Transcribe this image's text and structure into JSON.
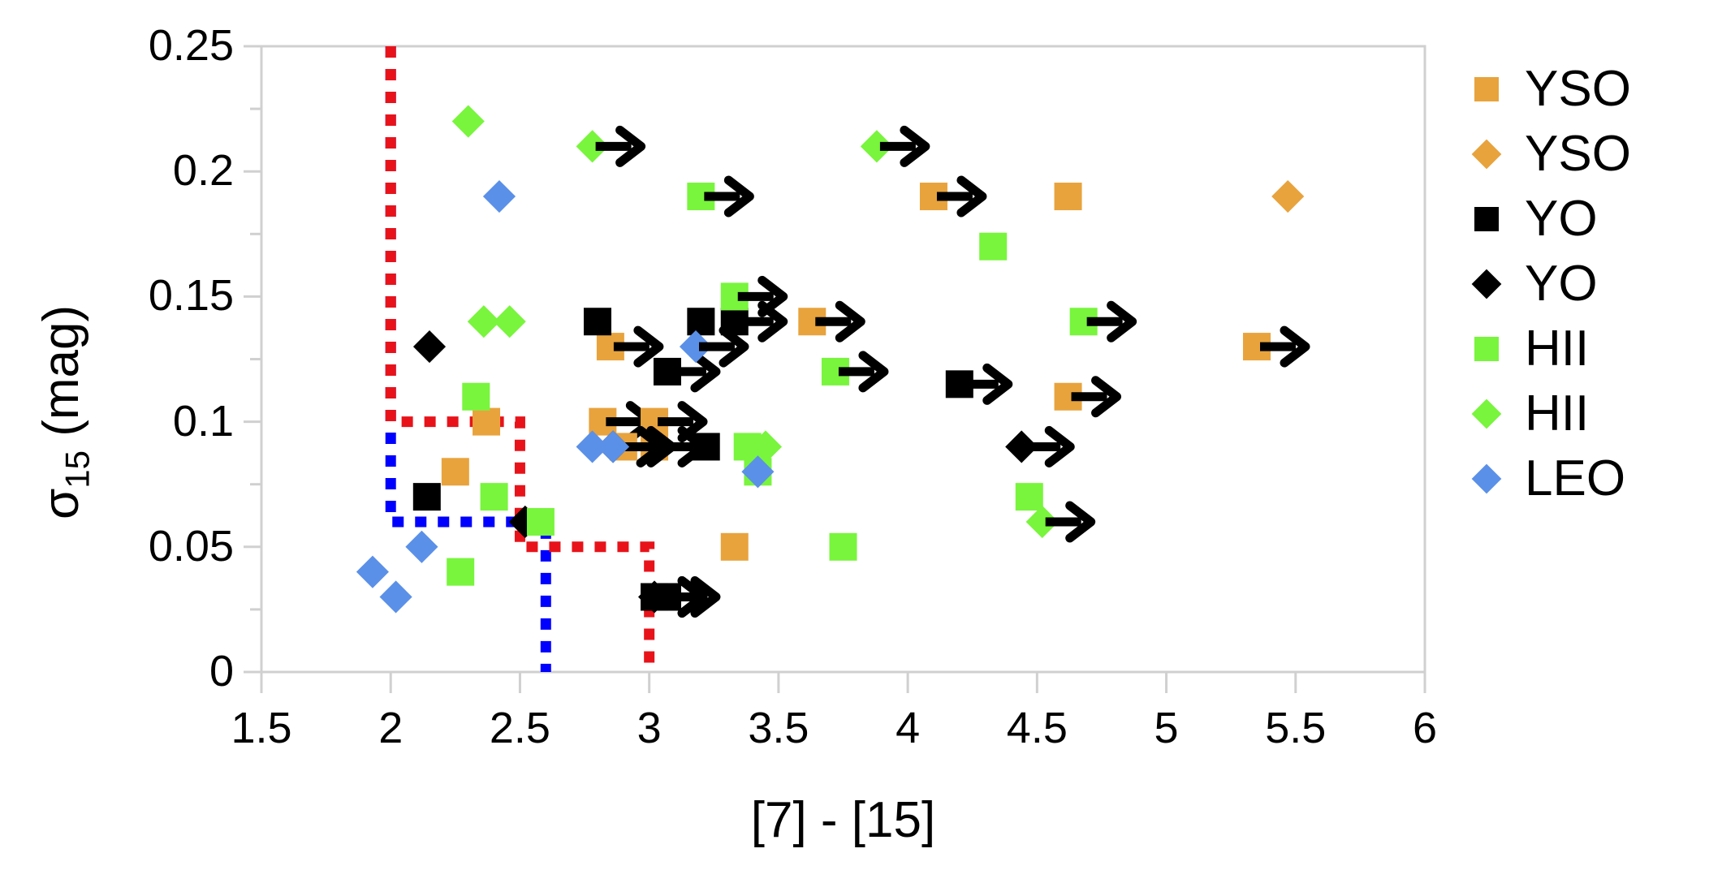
{
  "chart_data": {
    "type": "scatter",
    "title": "",
    "xlabel": "[7] - [15]",
    "ylabel": "σ_15 (mag)",
    "ylabel_parts": {
      "symbol": "σ",
      "subscript": "15",
      "unit": "(mag)"
    },
    "xlim": [
      1.5,
      6
    ],
    "ylim": [
      0,
      0.25
    ],
    "xticks": [
      1.5,
      2,
      2.5,
      3,
      3.5,
      4,
      4.5,
      5,
      5.5,
      6
    ],
    "xtick_labels": [
      "1.5",
      "2",
      "2.5",
      "3",
      "3.5",
      "4",
      "4.5",
      "5",
      "5.5",
      "6"
    ],
    "yticks": [
      0,
      0.05,
      0.1,
      0.15,
      0.2,
      0.25
    ],
    "ytick_labels": [
      "0",
      "0.05",
      "0.1",
      "0.15",
      "0.2",
      "0.25"
    ],
    "yminor_ticks": [
      0.025,
      0.075,
      0.125,
      0.175,
      0.225
    ],
    "grid": false,
    "legend_position": "right-outside",
    "colors": {
      "yso": "#E8A33D",
      "yo": "#000000",
      "hii": "#78F53C",
      "leo": "#5B90E8",
      "boundary_blue": "#0000FF",
      "boundary_red": "#E8131A",
      "frame": "#D0D0D0",
      "text": "#000000"
    },
    "legend": [
      {
        "label": "YSO",
        "marker": "square",
        "color": "#E8A33D",
        "series": "yso_square"
      },
      {
        "label": "YSO",
        "marker": "diamond",
        "color": "#E8A33D",
        "series": "yso_diamond"
      },
      {
        "label": "YO",
        "marker": "square",
        "color": "#000000",
        "series": "yo_square"
      },
      {
        "label": "YO",
        "marker": "diamond",
        "color": "#000000",
        "series": "yo_diamond"
      },
      {
        "label": "HII",
        "marker": "square",
        "color": "#78F53C",
        "series": "hii_square"
      },
      {
        "label": "HII",
        "marker": "diamond",
        "color": "#78F53C",
        "series": "hii_diamond"
      },
      {
        "label": "LEO",
        "marker": "diamond",
        "color": "#5B90E8",
        "series": "leo_diamond"
      }
    ],
    "series": [
      {
        "name": "YSO",
        "marker": "square",
        "color": "#E8A33D",
        "points": [
          {
            "x": 2.37,
            "y": 0.1,
            "arrow": false
          },
          {
            "x": 2.25,
            "y": 0.08,
            "arrow": false
          },
          {
            "x": 2.85,
            "y": 0.13,
            "arrow": true
          },
          {
            "x": 2.82,
            "y": 0.1,
            "arrow": true
          },
          {
            "x": 3.02,
            "y": 0.1,
            "arrow": true
          },
          {
            "x": 3.02,
            "y": 0.09,
            "arrow": true
          },
          {
            "x": 2.9,
            "y": 0.09,
            "arrow": true
          },
          {
            "x": 3.33,
            "y": 0.05,
            "arrow": false
          },
          {
            "x": 3.63,
            "y": 0.14,
            "arrow": true
          },
          {
            "x": 4.1,
            "y": 0.19,
            "arrow": true
          },
          {
            "x": 4.62,
            "y": 0.19,
            "arrow": false
          },
          {
            "x": 4.62,
            "y": 0.11,
            "arrow": true
          },
          {
            "x": 5.35,
            "y": 0.13,
            "arrow": true
          }
        ]
      },
      {
        "name": "YSO",
        "marker": "diamond",
        "color": "#E8A33D",
        "points": [
          {
            "x": 5.47,
            "y": 0.19,
            "arrow": false
          }
        ]
      },
      {
        "name": "YO",
        "marker": "square",
        "color": "#000000",
        "points": [
          {
            "x": 2.14,
            "y": 0.07,
            "arrow": false
          },
          {
            "x": 2.8,
            "y": 0.14,
            "arrow": false
          },
          {
            "x": 3.07,
            "y": 0.12,
            "arrow": true
          },
          {
            "x": 3.2,
            "y": 0.14,
            "arrow": false
          },
          {
            "x": 3.33,
            "y": 0.14,
            "arrow": true
          },
          {
            "x": 3.22,
            "y": 0.09,
            "arrow": false
          },
          {
            "x": 4.2,
            "y": 0.115,
            "arrow": true
          },
          {
            "x": 3.02,
            "y": 0.03,
            "arrow": true
          },
          {
            "x": 3.07,
            "y": 0.03,
            "arrow": true
          }
        ]
      },
      {
        "name": "YO",
        "marker": "diamond",
        "color": "#000000",
        "points": [
          {
            "x": 2.15,
            "y": 0.13,
            "arrow": false
          },
          {
            "x": 2.86,
            "y": 0.09,
            "arrow": true
          },
          {
            "x": 2.52,
            "y": 0.06,
            "arrow": false
          },
          {
            "x": 4.44,
            "y": 0.09,
            "arrow": true
          },
          {
            "x": 3.02,
            "y": 0.03,
            "arrow": true
          }
        ]
      },
      {
        "name": "HII",
        "marker": "square",
        "color": "#78F53C",
        "points": [
          {
            "x": 2.33,
            "y": 0.11,
            "arrow": false
          },
          {
            "x": 2.4,
            "y": 0.07,
            "arrow": false
          },
          {
            "x": 2.58,
            "y": 0.06,
            "arrow": false
          },
          {
            "x": 2.27,
            "y": 0.04,
            "arrow": false
          },
          {
            "x": 3.2,
            "y": 0.19,
            "arrow": true
          },
          {
            "x": 3.33,
            "y": 0.15,
            "arrow": true
          },
          {
            "x": 3.38,
            "y": 0.09,
            "arrow": false
          },
          {
            "x": 3.42,
            "y": 0.08,
            "arrow": false
          },
          {
            "x": 3.72,
            "y": 0.12,
            "arrow": true
          },
          {
            "x": 3.75,
            "y": 0.05,
            "arrow": false
          },
          {
            "x": 4.33,
            "y": 0.17,
            "arrow": false
          },
          {
            "x": 4.47,
            "y": 0.07,
            "arrow": false
          },
          {
            "x": 4.68,
            "y": 0.14,
            "arrow": true
          }
        ]
      },
      {
        "name": "HII",
        "marker": "diamond",
        "color": "#78F53C",
        "points": [
          {
            "x": 2.3,
            "y": 0.22,
            "arrow": false
          },
          {
            "x": 2.78,
            "y": 0.21,
            "arrow": true
          },
          {
            "x": 3.88,
            "y": 0.21,
            "arrow": true
          },
          {
            "x": 2.36,
            "y": 0.14,
            "arrow": false
          },
          {
            "x": 2.46,
            "y": 0.14,
            "arrow": false
          },
          {
            "x": 3.45,
            "y": 0.09,
            "arrow": false
          },
          {
            "x": 4.52,
            "y": 0.06,
            "arrow": true
          }
        ]
      },
      {
        "name": "LEO",
        "marker": "diamond",
        "color": "#5B90E8",
        "points": [
          {
            "x": 2.42,
            "y": 0.19,
            "arrow": false
          },
          {
            "x": 3.18,
            "y": 0.13,
            "arrow": true
          },
          {
            "x": 2.78,
            "y": 0.09,
            "arrow": false
          },
          {
            "x": 3.42,
            "y": 0.08,
            "arrow": false
          },
          {
            "x": 2.12,
            "y": 0.05,
            "arrow": false
          },
          {
            "x": 1.93,
            "y": 0.04,
            "arrow": false
          },
          {
            "x": 2.02,
            "y": 0.03,
            "arrow": false
          },
          {
            "x": 2.86,
            "y": 0.09,
            "arrow": false
          }
        ]
      }
    ],
    "boundaries": [
      {
        "name": "blue-selection-boundary",
        "color": "#0000FF",
        "style": "dotted",
        "path": [
          [
            2.0,
            0.25
          ],
          [
            2.0,
            0.06
          ],
          [
            2.6,
            0.06
          ],
          [
            2.6,
            0.0
          ]
        ]
      },
      {
        "name": "red-selection-boundary",
        "color": "#E8131A",
        "style": "dotted",
        "path": [
          [
            2.0,
            0.25
          ],
          [
            2.0,
            0.1
          ],
          [
            2.5,
            0.1
          ],
          [
            2.5,
            0.05
          ],
          [
            3.0,
            0.05
          ],
          [
            3.0,
            0.0
          ]
        ]
      }
    ]
  }
}
